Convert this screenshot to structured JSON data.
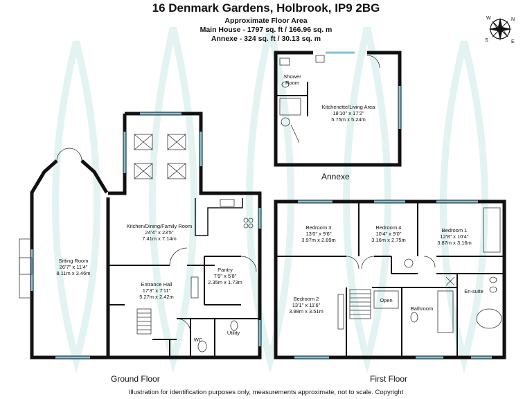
{
  "header": {
    "title": "16 Denmark Gardens, Holbrook, IP9 2BG",
    "subtitle": "Approximate Floor Area",
    "main_house": "Main House - 1797 sq. ft / 166.96 sq. m",
    "annexe": "Annexe - 324 sq. ft / 30.13 sq. m"
  },
  "compass": {
    "n": "N",
    "e": "E",
    "s": "S",
    "w": "W"
  },
  "colors": {
    "wall": "#111111",
    "window": "#9fd0de",
    "watermark": "#e4f4f2"
  },
  "floors": {
    "ground": "Ground Floor",
    "first": "First Floor",
    "annexe": "Annexe"
  },
  "rooms": {
    "sitting": {
      "name": "Sitting Room",
      "imperial": "26'7\" x 11'4\"",
      "metric": "8.11m x 3.46m"
    },
    "kitchen": {
      "name": "Kitchen/Dining/Family Room",
      "imperial": "24'4\" x 23'5\"",
      "metric": "7.41m x 7.14m"
    },
    "entrance": {
      "name": "Entrance Hall",
      "imperial": "17'3\" x 7'11\"",
      "metric": "5.27m x 2.42m"
    },
    "pantry": {
      "name": "Pantry",
      "imperial": "7'9\" x 5'8\"",
      "metric": "2.35m x 1.73m"
    },
    "wc": {
      "name": "WC"
    },
    "utility": {
      "name": "Utility"
    },
    "bed3": {
      "name": "Bedroom 3",
      "imperial": "13'0\" x 9'6\"",
      "metric": "3.97m x 2.89m"
    },
    "bed4": {
      "name": "Bedroom 4",
      "imperial": "10'4\" x 9'0\"",
      "metric": "3.16m x 2.75m"
    },
    "bed1": {
      "name": "Bedroom 1",
      "imperial": "12'8\" x 10'4\"",
      "metric": "3.87m x 3.16m"
    },
    "bed2": {
      "name": "Bedroom 2",
      "imperial": "13'1\" x 11'6\"",
      "metric": "3.98m x 3.51m"
    },
    "open": {
      "name": "Open"
    },
    "bathroom": {
      "name": "Bathroom"
    },
    "ensuite": {
      "name": "En-suite"
    },
    "shower": {
      "name": "Shower Room"
    },
    "kitchenette": {
      "name": "Kitchenette/Living Area",
      "imperial": "18'10\" x 17'2\"",
      "metric": "5.75m x 5.24m"
    }
  },
  "footer": "Illustration for identification purposes only, measurements approximate, not to scale. Copyright"
}
